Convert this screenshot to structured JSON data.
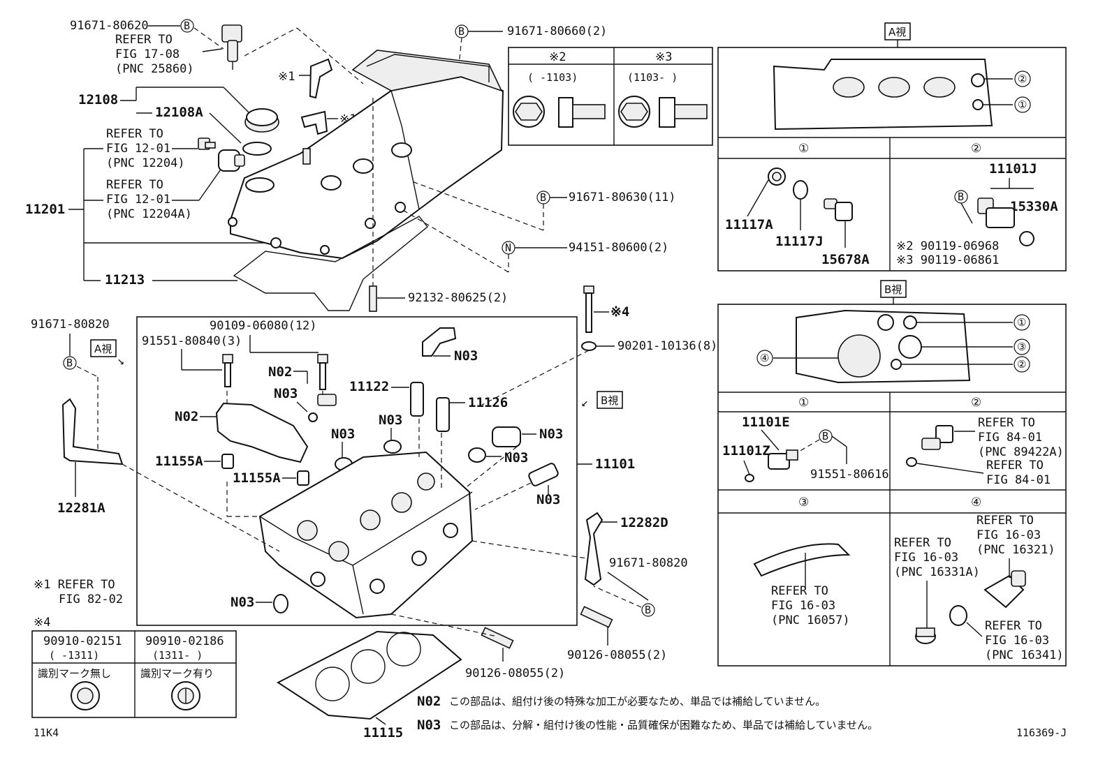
{
  "figure_id": "116369-J",
  "page_code": "11K4",
  "labels": {
    "p91671_80620": "91671-80620",
    "refer_fig17": "REFER TO",
    "fig17": "FIG 17-08",
    "pnc25860": "(PNC 25860)",
    "p91671_80660": "91671-80660(2)",
    "p12108": "12108",
    "p12108A": "12108A",
    "refer_fig12a": "REFER TO",
    "fig12a": "FIG 12-01",
    "pnc12204": "(PNC 12204)",
    "refer_fig12b": "REFER TO",
    "fig12b": "FIG 12-01",
    "pnc12204A": "(PNC 12204A)",
    "p11201": "11201",
    "p11213": "11213",
    "p91671_80630": "91671-80630(11)",
    "p94151_80600": "94151-80600(2)",
    "p92132_80625": "92132-80625(2)",
    "note1a": "※1",
    "note1b": "※1",
    "note4": "※4",
    "p91671_80820a": "91671-80820",
    "view_a": "A視",
    "view_b": "B視",
    "p90109_06080": "90109-06080(12)",
    "p91551_80840": "91551-80840(3)",
    "p90201_10136": "90201-10136(8)",
    "n02a": "N02",
    "n02b": "N02",
    "n03a": "N03",
    "n03b": "N03",
    "n03c": "N03",
    "n03d": "N03",
    "n03e": "N03",
    "n03f": "N03",
    "n03g": "N03",
    "n03h": "N03",
    "p11122": "11122",
    "p11126": "11126",
    "p11155Aa": "11155A",
    "p11155Ab": "11155A",
    "p11101": "11101",
    "p12281A": "12281A",
    "p12282D": "12282D",
    "p91671_80820b": "91671-80820",
    "p90126_08055a": "90126-08055(2)",
    "p90126_08055b": "90126-08055(2)",
    "p11115": "11115",
    "ref82_a": "※1  REFER TO",
    "ref82_b": "FIG 82-02"
  },
  "bolt_table": {
    "h2": "※2",
    "h3": "※3",
    "r2": "(    -1103)",
    "r3": "(1103-     )"
  },
  "view_a_table": {
    "title": "A視",
    "c1": "①",
    "c2": "②",
    "p11117A": "11117A",
    "p11117J": "11117J",
    "p15678A": "15678A",
    "p11101J": "11101J",
    "p15330A": "15330A",
    "n2": "※2 90119-06968",
    "n3": "※3 90119-06861"
  },
  "view_b_table": {
    "title": "B視",
    "c1": "①",
    "c2": "②",
    "c3": "③",
    "c4": "④",
    "p11101E": "11101E",
    "p11101Z": "11101Z",
    "p91551_80616": "91551-80616",
    "ref84a_1": "REFER TO",
    "ref84a_2": "FIG 84-01",
    "ref84a_3": "(PNC 89422A)",
    "ref84b_1": "REFER TO",
    "ref84b_2": "FIG 84-01",
    "ref16057_1": "REFER TO",
    "ref16057_2": "FIG 16-03",
    "ref16057_3": "(PNC 16057)",
    "ref16321_1": "REFER TO",
    "ref16321_2": "FIG 16-03",
    "ref16321_3": "(PNC 16321)",
    "ref16331A_1": "REFER TO",
    "ref16331A_2": "FIG 16-03",
    "ref16331A_3": "(PNC 16331A)",
    "ref16341_1": "REFER TO",
    "ref16341_2": "FIG 16-03",
    "ref16341_3": "(PNC 16341)"
  },
  "plug_table": {
    "title": "※4",
    "c1_part": "90910-02151",
    "c1_range": "(    -1311)",
    "c2_part": "90910-02186",
    "c2_range": "(1311-    )",
    "c1_mark": "識別マーク無し",
    "c2_mark": "識別マーク有り"
  },
  "notes": {
    "n02_code": "N02",
    "n02_text": "この部品は、組付け後の特殊な加工が必要なため、単品では補給していません。",
    "n03_code": "N03",
    "n03_text": "この部品は、分解・組付け後の性能・品質確保が困難なため、単品では補給していません。"
  },
  "circle_letters": {
    "b": "B",
    "n": "N"
  }
}
